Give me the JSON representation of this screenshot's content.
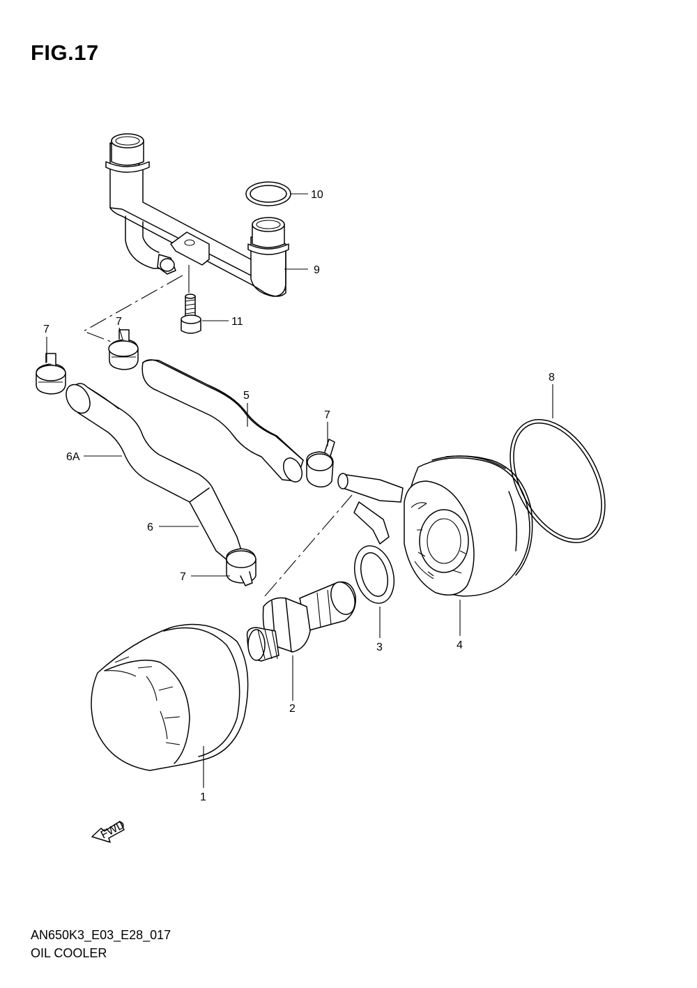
{
  "figure_title": "FIG.17",
  "model_code": "AN650K3_E03_E28_017",
  "diagram_name": "OIL COOLER",
  "fwd_label": "FWD",
  "callouts": {
    "c1": "1",
    "c2": "2",
    "c3": "3",
    "c4": "4",
    "c5": "5",
    "c6": "6",
    "c6a": "6A",
    "c7a": "7",
    "c7b": "7",
    "c7c": "7",
    "c7d": "7",
    "c8": "8",
    "c9": "9",
    "c10": "10",
    "c11": "11"
  }
}
